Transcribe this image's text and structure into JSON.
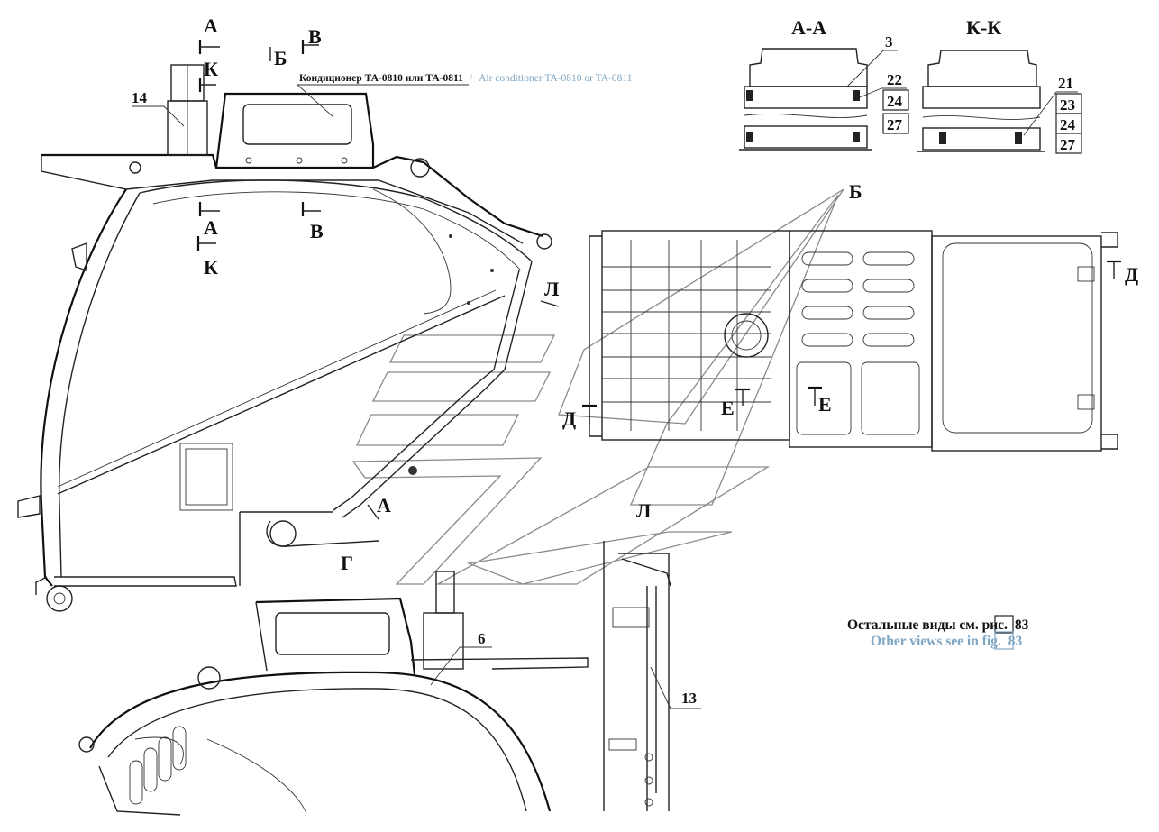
{
  "caption": {
    "ru": "Кондиционер ТА-0810 или ТА-0811",
    "separator": "/",
    "en": "Air conditioner TA-0810 or TA-0811"
  },
  "note": {
    "ru": "Остальные виды см. рис.",
    "ru_ref": "83",
    "en": "Other views see in fig.",
    "en_ref": "83"
  },
  "section_titles": {
    "aa": "А-А",
    "kk": "К-К"
  },
  "view_letters": {
    "a1": "А",
    "a2": "А",
    "a3": "А",
    "k1": "К",
    "k2": "К",
    "b1": "Б",
    "b2": "Б",
    "v1": "В",
    "v2": "В",
    "l1": "Л",
    "l2": "Л",
    "g1": "Г",
    "d1": "Д",
    "d2": "Д",
    "e1": "Е",
    "e2": "Е"
  },
  "positions": {
    "p14": "14",
    "p3": "3",
    "p22": "22",
    "p24a": "24",
    "p27a": "27",
    "p21": "21",
    "p23": "23",
    "p24b": "24",
    "p27b": "27",
    "p6": "6",
    "p13": "13"
  },
  "colors": {
    "line": "#222222",
    "watermark": "#8a8a8a",
    "english_text": "#7fa6c3"
  }
}
